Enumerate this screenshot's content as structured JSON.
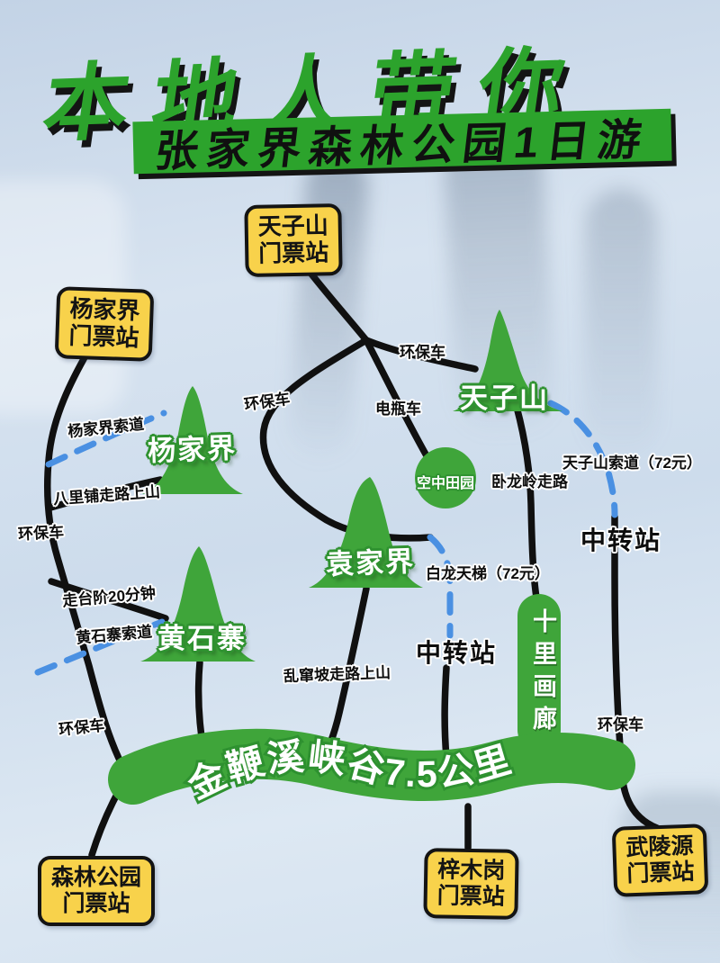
{
  "title": {
    "line1": "本地人带你",
    "line2": "张家界森林公园1日游"
  },
  "stations": {
    "tianzishan": {
      "line1": "天子山",
      "line2": "门票站"
    },
    "yangjiajie": {
      "line1": "杨家界",
      "line2": "门票站"
    },
    "senlin": {
      "line1": "森林公园",
      "line2": "门票站"
    },
    "zimugang": {
      "line1": "梓木岗",
      "line2": "门票站"
    },
    "wulingyuan": {
      "line1": "武陵源",
      "line2": "门票站"
    }
  },
  "mountains": {
    "yangjiajie": "杨家界",
    "tianzishan": "天子山",
    "yuanjiajie": "袁家界",
    "huangshizhai": "黄石寨"
  },
  "spots": {
    "kongzhongtianyuan": "空中田园",
    "shilihualang": "十里画廊",
    "jinbianxi": "金鞭溪峡谷7.5公里"
  },
  "route_labels": {
    "huanbaoche_top": "环保车",
    "dianpingche": "电瓶车",
    "huanbaoche_arc": "环保车",
    "yangjiajie_suodao": "杨家界索道",
    "balipu": "八里铺走路上山",
    "huanbaoche_left": "环保车",
    "tianzishan_suodao": "天子山索道（72元）",
    "wolongling": "卧龙岭走路",
    "bailong": "白龙天梯（72元）",
    "zhongzhuan_right": "中转站",
    "zoutaijie": "走台阶20分钟",
    "huangshizhai_suodao": "黄石寨索道",
    "luancuanpo": "乱窜坡走路上山",
    "zhongzhuan_center": "中转站",
    "huanbaoche_right": "环保车",
    "huanbaoche_bottom": "环保车"
  },
  "colors": {
    "green": "#3fa53a",
    "title_green": "#2ca32c",
    "station_yellow": "#f8d24b",
    "cable_blue": "#4a90e2",
    "road_black": "#101010"
  }
}
